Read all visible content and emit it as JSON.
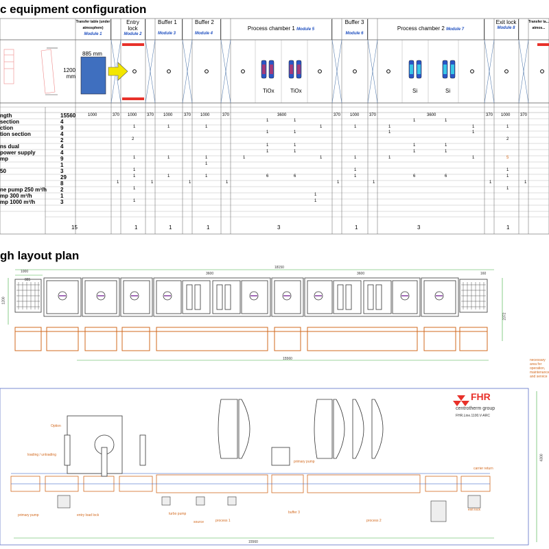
{
  "titles": {
    "config": "c equipment configuration",
    "layout": "gh layout plan"
  },
  "header": {
    "transfer_table": "Transfer table (under atmosphere)",
    "transfer_module": "Module 1",
    "entry_lock": "Entry lock",
    "entry_module": "Module 2",
    "buffer1": "Buffer 1",
    "buffer1_module": "Module 3",
    "buffer2": "Buffer 2",
    "buffer2_module": "Module 4",
    "pc1": "Process chamber 1",
    "pc1_module": "Module 5",
    "buffer3": "Buffer 3",
    "buffer3_module": "Module 6",
    "pc2": "Process chamber 2",
    "pc2_module": "Module 7",
    "exit_lock": "Exit lock",
    "exit_module": "Module 8",
    "transfer_right": "Transfer ta... atmos..."
  },
  "substrate": {
    "width": "885 mm",
    "height": "1200 mm",
    "tiox_label": "TiOx",
    "si_label": "Si"
  },
  "rows": [
    {
      "label": "ngth",
      "value": "15560"
    },
    {
      "label": "section",
      "value": "4"
    },
    {
      "label": "ction",
      "value": "9"
    },
    {
      "label": "tion section",
      "value": "4"
    },
    {
      "label": "",
      "value": "2"
    },
    {
      "label": "ns dual",
      "value": "4"
    },
    {
      "label": " power supply",
      "value": "4"
    },
    {
      "label": "mp",
      "value": "9"
    },
    {
      "label": "",
      "value": "1"
    },
    {
      "label": "50",
      "value": "3"
    },
    {
      "label": "",
      "value": "29"
    },
    {
      "label": "",
      "value": "8"
    },
    {
      "label": "ne pump 250 m³/h",
      "value": "2"
    },
    {
      "label": "mp 300 m³/h",
      "value": "1"
    },
    {
      "label": "mp 1000 m³/h",
      "value": "3"
    }
  ],
  "length_row": [
    "1000",
    "370",
    "1000",
    "370",
    "1000",
    "370",
    "1000",
    "370",
    "3600",
    "370",
    "1000",
    "370",
    "3600",
    "370",
    "1000",
    "370"
  ],
  "totals": {
    "all": "15",
    "entry": "1",
    "buffer1": "1",
    "buffer2": "1",
    "pc1": "3",
    "buffer3": "1",
    "pc2": "3",
    "exit": "1"
  },
  "layout_dims": {
    "top_total": "18150",
    "height1": "2372",
    "depth": "1200",
    "side1": "1000",
    "side2": "885",
    "w1": "3600",
    "w2": "3600",
    "w3": "160",
    "bottom_total": "15560",
    "right_height": "4300",
    "frame": "885"
  },
  "plan_labels": {
    "option": "Option",
    "loading": "loading / unloading",
    "primary_pump_left": "primary pump",
    "entry_load_lock": "entry load lock",
    "turbo_pump": "turbo pump",
    "source": "source",
    "process1": "process 1",
    "buffer3": "buffer 3",
    "process2": "process 2",
    "primary_pump_mid": "primary pump",
    "carrier_return": "carrier return",
    "exit_lock": "exit lock",
    "maint_note": "necessary area for operation, maintenance and service",
    "brand": "FHR",
    "group": "centrotherm group",
    "line": "FHR.Line.1100.V-ARC"
  },
  "colors": {
    "accent_red": "#e8312a",
    "orange": "#d2691e",
    "green": "#3caa3c",
    "blue_module": "#1f4fbf",
    "plate": "#3f6fbf",
    "yellow": "#f3e600"
  }
}
